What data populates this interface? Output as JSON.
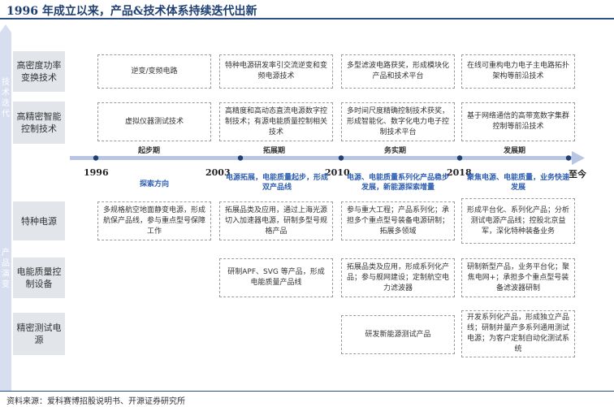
{
  "title": "1996 年成立以来，产品&技术体系持续迭代出新",
  "side_text": {
    "top": "技术迭代",
    "bottom": "产品演变"
  },
  "rows": {
    "r1": "高密度功率变换技术",
    "r2": "高精密智能控制技术",
    "r3": "特种电源",
    "r4": "电能质量控制设备",
    "r5": "精密测试电源"
  },
  "phases": [
    "起步期",
    "拓展期",
    "务实期",
    "发展期"
  ],
  "years": [
    "1996",
    "2003",
    "2010",
    "2018",
    "至今"
  ],
  "direction_label": "探索方向",
  "directions": [
    "电源拓展，电能质量起步，形成双产品线",
    "电源、电能质量系列化产品稳步发展，新能源探索增量",
    "聚焦电源、电能质量，业务快速发展"
  ],
  "cells": {
    "t1c1": "逆变/变频电路",
    "t1c2": "特种电源研发率引交流逆变和变频电源技术",
    "t1c3": "多型滤波电路获奖，形成模块化产品和技术平台",
    "t1c4": "在线可重构电力电子主电路拓扑架构等前沿技术",
    "t2c1": "虚拟仪器测试技术",
    "t2c2": "高精度和高动态直流电源数字控制技术；有源电能质量控制相关技术",
    "t2c3": "多时间尺度精确控制技术获奖，形成智能化、数字化电力电子控制技术平台",
    "t2c4": "基于网络通信的高带宽数字集群控制等前沿技术",
    "p1c1": "多规格航空地面静变电源，形成航保产品线，参与重点型号保障工作",
    "p1c2": "拓展品类及应用，通过上海光源切入加速器电源，研制多型号规格产品",
    "p1c3": "参与重大工程；产品系列化；承担多个重点型号装备电源研制；拓展多领域",
    "p1c4": "形成平台化、系列化产品；分析测试电源产品线；控股北京益军，深化特种装备业务",
    "p2c2": "研制APF、SVG 等产品，形成电能质量产品线",
    "p2c3": "拓展品类及应用，形成系列化产品；参与舰网建设；定制航空电力滤波器",
    "p2c4": "研制新型产品，业务平台化；聚焦电网+；承担多个重点型号装备滤波器研制",
    "p3c3": "研发新能源测试产品",
    "p3c4": "开发系列化产品，形成独立产品线；研制并量产多系列通用测试电源；为客户定制自动化测试系统"
  },
  "footer": "资料来源：爱科赛博招股说明书、开源证券研究所"
}
